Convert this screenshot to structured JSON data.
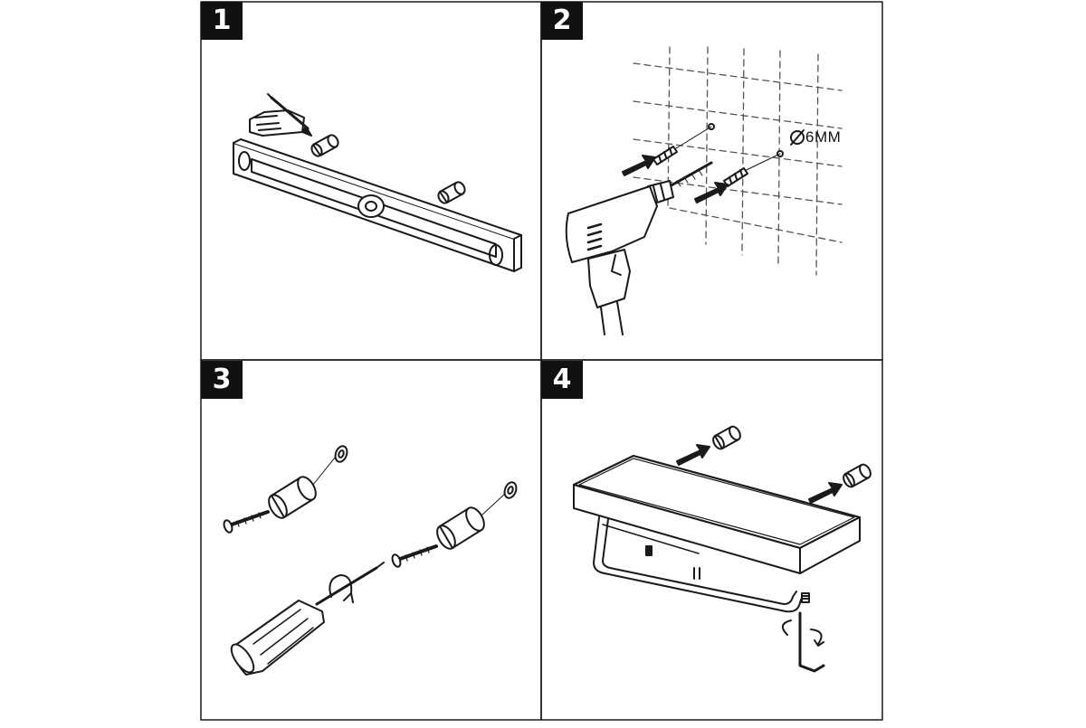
{
  "steps": [
    {
      "number": "1",
      "action": "mark-drill-points-with-level"
    },
    {
      "number": "2",
      "action": "drill-holes-insert-anchors"
    },
    {
      "number": "3",
      "action": "prepare-screws-anchors-washers"
    },
    {
      "number": "4",
      "action": "mount-shelf-tighten-set-screws"
    }
  ],
  "drill_spec": "6MM",
  "colors": {
    "line": "#1a1a1a",
    "fill": "#ffffff",
    "badge": "#111111",
    "shelf_top": "#333333"
  }
}
